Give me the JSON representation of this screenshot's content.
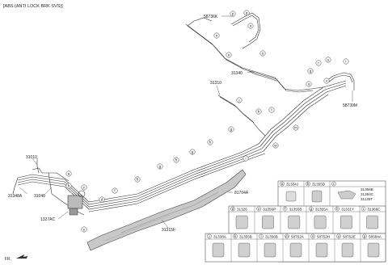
{
  "title": "[ABS (ANTI LOCK BRK SVS)]",
  "part_labels": {
    "p58736K": "58736K",
    "p31340": "31340",
    "p58739M": "58739M",
    "p31310": "31310",
    "p31010": "31010",
    "p31348A": "31348A",
    "p31040": "31040",
    "p1327AC": "1327AC",
    "p81704A": "81704A",
    "p31315F": "31315F"
  },
  "fr_label": "FR.",
  "callouts": [
    "a",
    "b",
    "c",
    "d",
    "e",
    "f",
    "g",
    "h",
    "i",
    "j",
    "k",
    "l",
    "m",
    "n",
    "o",
    "p",
    "q",
    "r",
    "s",
    "t",
    "u",
    "v",
    "w"
  ],
  "legend": {
    "row1": [
      {
        "key": "a",
        "part": "31334J"
      },
      {
        "key": "b",
        "part": "31355D"
      },
      {
        "key": "c",
        "parts": [
          "31356B",
          "31394C",
          "31125T"
        ]
      }
    ],
    "row2": [
      {
        "key": "d",
        "part": "31326"
      },
      {
        "key": "e",
        "part": "31356P"
      },
      {
        "key": "f",
        "part": "31355B"
      },
      {
        "key": "g",
        "part": "31355A"
      },
      {
        "key": "h",
        "part": "31331Y"
      },
      {
        "key": "i",
        "part": "31366C"
      }
    ],
    "row3": [
      {
        "key": "j",
        "part": "31338A"
      },
      {
        "key": "k",
        "part": "31355B"
      },
      {
        "key": "l",
        "part": "31356B"
      },
      {
        "key": "m",
        "part": "58752A"
      },
      {
        "key": "n",
        "part": "58752H"
      },
      {
        "key": "o",
        "part": "58752E"
      },
      {
        "key": "p",
        "part": "58584A"
      }
    ]
  }
}
